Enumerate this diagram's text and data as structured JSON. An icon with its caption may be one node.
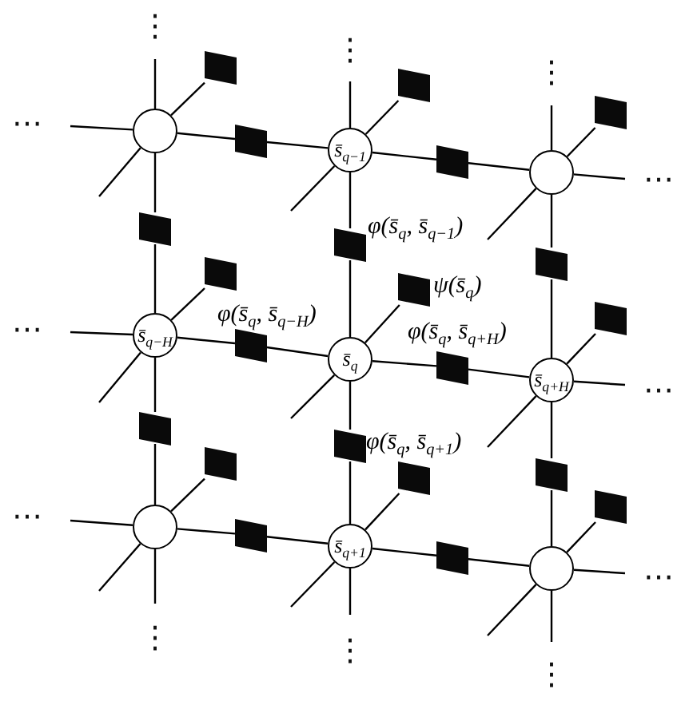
{
  "diagram": {
    "nodes": [
      {
        "text": [],
        "shape": "box"
      },
      {
        "text": [],
        "shape": "box"
      },
      {
        "text": [],
        "shape": "box"
      },
      {
        "text": [],
        "shape": "circle"
      },
      {
        "text": [],
        "shape": "box"
      },
      {
        "text": [
          "s̄$_{q−1}$"
        ]
      },
      {
        "text": [],
        "shape": "box"
      },
      {
        "text": [],
        "shape": "circle"
      },
      {
        "text": [],
        "shape": "box"
      },
      {
        "text": [],
        "shape": "box",
        "beside": [
          "φ(s̄$_{q}$, s̄$_{q−1}$)"
        ]
      },
      {
        "text": [],
        "shape": "box"
      },
      {
        "text": [],
        "shape": "box"
      },
      {
        "text": [],
        "shape": "box",
        "beside": [
          "ψ(s̄$_{q}$)"
        ]
      },
      {
        "text": [],
        "shape": "box"
      },
      {
        "text": [
          "s̄$_{q−H}$"
        ]
      },
      {
        "text": [],
        "shape": "box",
        "beside": [
          "φ(s̄$_{q}$, s̄$_{q−H}$)"
        ]
      },
      {
        "text": [
          "s̄$_{q}$"
        ]
      },
      {
        "text": [],
        "shape": "box",
        "beside": [
          "φ(s̄$_{q}$, s̄$_{q+H}$)"
        ]
      },
      {
        "text": [
          "s̄$_{q+H}$"
        ]
      },
      {
        "text": [],
        "shape": "box"
      },
      {
        "text": [],
        "shape": "box",
        "beside": [
          "φ(s̄$_{q}$, s̄$_{q+1}$)"
        ]
      },
      {
        "text": [],
        "shape": "box"
      },
      {
        "text": [],
        "shape": "box"
      },
      {
        "text": [],
        "shape": "box"
      },
      {
        "text": [],
        "shape": "box"
      },
      {
        "text": [],
        "shape": "circle"
      },
      {
        "text": [],
        "shape": "box"
      },
      {
        "text": [
          "s̄$_{q+1}$"
        ]
      },
      {
        "text": [],
        "shape": "box"
      },
      {
        "text": [],
        "shape": "circle"
      }
    ],
    "edges": [
      {
        "from": 3,
        "to": null,
        "arrow": "none"
      },
      {
        "from": 3,
        "to": 4,
        "arrow": "none"
      },
      {
        "from": 4,
        "to": 5,
        "arrow": "none"
      },
      {
        "from": 5,
        "to": 6,
        "arrow": "none"
      },
      {
        "from": 6,
        "to": 7,
        "arrow": "none"
      },
      {
        "from": 7,
        "to": null,
        "arrow": "none"
      },
      {
        "from": 14,
        "to": null,
        "arrow": "none"
      },
      {
        "from": 14,
        "to": 15,
        "arrow": "none"
      },
      {
        "from": 15,
        "to": 16,
        "arrow": "none"
      },
      {
        "from": 16,
        "to": 17,
        "arrow": "none"
      },
      {
        "from": 17,
        "to": 18,
        "arrow": "none"
      },
      {
        "from": 18,
        "to": null,
        "arrow": "none"
      },
      {
        "from": 25,
        "to": null,
        "arrow": "none"
      },
      {
        "from": 25,
        "to": 26,
        "arrow": "none"
      },
      {
        "from": 26,
        "to": 27,
        "arrow": "none"
      },
      {
        "from": 27,
        "to": 28,
        "arrow": "none"
      },
      {
        "from": 28,
        "to": 29,
        "arrow": "none"
      },
      {
        "from": 29,
        "to": null,
        "arrow": "none"
      },
      {
        "from": 3,
        "to": null,
        "arrow": "none"
      },
      {
        "from": 3,
        "to": 8,
        "arrow": "none"
      },
      {
        "from": 8,
        "to": 14,
        "arrow": "none"
      },
      {
        "from": 14,
        "to": 19,
        "arrow": "none"
      },
      {
        "from": 19,
        "to": 25,
        "arrow": "none"
      },
      {
        "from": 25,
        "to": null,
        "arrow": "none"
      },
      {
        "from": 5,
        "to": null,
        "arrow": "none"
      },
      {
        "from": 5,
        "to": 9,
        "arrow": "none"
      },
      {
        "from": 9,
        "to": 16,
        "arrow": "none"
      },
      {
        "from": 16,
        "to": 20,
        "arrow": "none"
      },
      {
        "from": 20,
        "to": 27,
        "arrow": "none"
      },
      {
        "from": 27,
        "to": null,
        "arrow": "none"
      },
      {
        "from": 7,
        "to": null,
        "arrow": "none"
      },
      {
        "from": 7,
        "to": 10,
        "arrow": "none"
      },
      {
        "from": 10,
        "to": 18,
        "arrow": "none"
      },
      {
        "from": 18,
        "to": 21,
        "arrow": "none"
      },
      {
        "from": 21,
        "to": 29,
        "arrow": "none"
      },
      {
        "from": 29,
        "to": null,
        "arrow": "none"
      },
      {
        "from": 3,
        "to": 0,
        "arrow": "none"
      },
      {
        "from": 3,
        "to": null,
        "arrow": "none"
      },
      {
        "from": 5,
        "to": 1,
        "arrow": "none"
      },
      {
        "from": 5,
        "to": null,
        "arrow": "none"
      },
      {
        "from": 7,
        "to": 2,
        "arrow": "none"
      },
      {
        "from": 7,
        "to": null,
        "arrow": "none"
      },
      {
        "from": 14,
        "to": 11,
        "arrow": "none"
      },
      {
        "from": 14,
        "to": null,
        "arrow": "none"
      },
      {
        "from": 16,
        "to": 12,
        "arrow": "none"
      },
      {
        "from": 16,
        "to": null,
        "arrow": "none"
      },
      {
        "from": 18,
        "to": 13,
        "arrow": "none"
      },
      {
        "from": 18,
        "to": null,
        "arrow": "none"
      },
      {
        "from": 25,
        "to": 22,
        "arrow": "none"
      },
      {
        "from": 25,
        "to": null,
        "arrow": "none"
      },
      {
        "from": 27,
        "to": 23,
        "arrow": "none"
      },
      {
        "from": 27,
        "to": null,
        "arrow": "none"
      },
      {
        "from": 29,
        "to": 24,
        "arrow": "none"
      },
      {
        "from": 29,
        "to": null,
        "arrow": "none"
      }
    ],
    "labels": [
      "⋮",
      "⋮",
      "⋮",
      "⋯",
      "⋯",
      "⋯",
      "⋯",
      "⋯",
      "⋯",
      "⋮",
      "⋮",
      "⋮"
    ]
  }
}
